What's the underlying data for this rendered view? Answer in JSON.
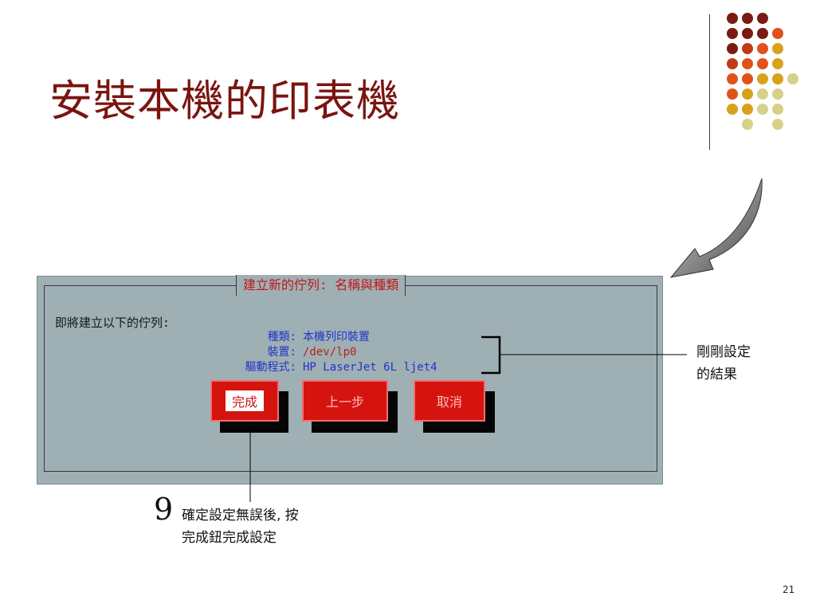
{
  "slide": {
    "title": "安裝本機的印表機",
    "page_number": "21"
  },
  "dialog": {
    "title": "建立新的佇列: 名稱與種類",
    "intro": "即將建立以下的佇列:",
    "rows": [
      {
        "label": "種類:",
        "value": "本機列印裝置",
        "value_color": "#1f34c8"
      },
      {
        "label": "裝置:",
        "value": "/dev/lp0",
        "value_color": "#b7201a"
      },
      {
        "label": "驅動程式:",
        "value": "HP LaserJet 6L ljet4",
        "value_color": "#1f34c8"
      }
    ],
    "buttons": {
      "finish": "完成",
      "back": "上一步",
      "cancel": "取消"
    }
  },
  "annotations": {
    "result_line1": "剛剛設定",
    "result_line2": "的結果",
    "step_number": "9",
    "step_line1": "確定設定無誤後, 按",
    "step_line2": "完成鈕完成設定"
  },
  "colors": {
    "title": "#7a1410",
    "panel": "#9fb0b5",
    "button": "#d5140f",
    "dialog_title": "#c01818"
  }
}
